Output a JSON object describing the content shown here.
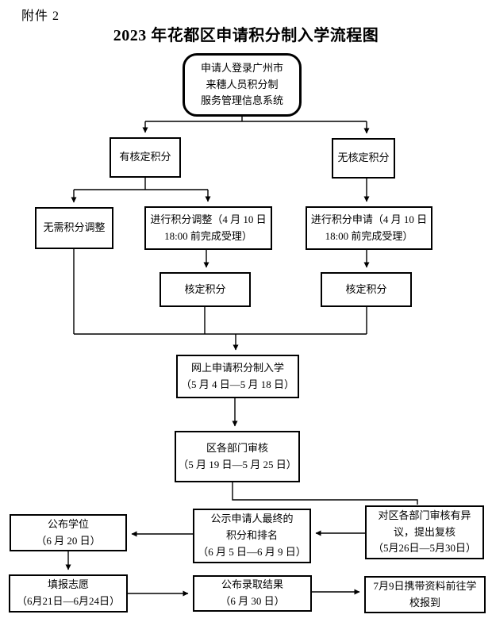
{
  "page": {
    "attachment_label": "附件 2",
    "title": "2023 年花都区申请积分制入学流程图"
  },
  "colors": {
    "background": "#ffffff",
    "box_border": "#000000",
    "line": "#000000",
    "text": "#000000"
  },
  "nodes": {
    "start": {
      "lines": [
        "申请人登录广州市",
        "来穗人员积分制",
        "服务管理信息系统"
      ]
    },
    "has_points": {
      "lines": [
        "有核定积分"
      ]
    },
    "no_points": {
      "lines": [
        "无核定积分"
      ]
    },
    "no_adjust": {
      "lines": [
        "无需积分调整"
      ]
    },
    "adjust": {
      "lines": [
        "进行积分调整（4 月 10 日",
        "18:00 前完成受理）"
      ]
    },
    "apply": {
      "lines": [
        "进行积分申请（4 月 10 日",
        "18:00 前完成受理）"
      ]
    },
    "verified_left": {
      "lines": [
        "核定积分"
      ]
    },
    "verified_right": {
      "lines": [
        "核定积分"
      ]
    },
    "online_apply": {
      "lines": [
        "网上申请积分制入学",
        "（5 月 4 日—5 月 18 日）"
      ]
    },
    "dept_review": {
      "lines": [
        "区各部门审核",
        "（5 月 19 日—5 月 25 日）"
      ]
    },
    "objection": {
      "lines": [
        "对区各部门审核有异",
        "议，提出复核",
        "（5月26日—5月30日）"
      ]
    },
    "publish_rank": {
      "lines": [
        "公示申请人最终的",
        "积分和排名",
        "（6 月 5 日—6 月 9 日）"
      ]
    },
    "publish_seats": {
      "lines": [
        "公布学位",
        "（6 月 20 日）"
      ]
    },
    "fill_preference": {
      "lines": [
        "填报志愿",
        "（6月21日—6月24日）"
      ]
    },
    "publish_results": {
      "lines": [
        "公布录取结果",
        "（6 月 30 日）"
      ]
    },
    "report_school": {
      "lines": [
        "7月9日携带资料前往学",
        "校报到"
      ]
    }
  }
}
